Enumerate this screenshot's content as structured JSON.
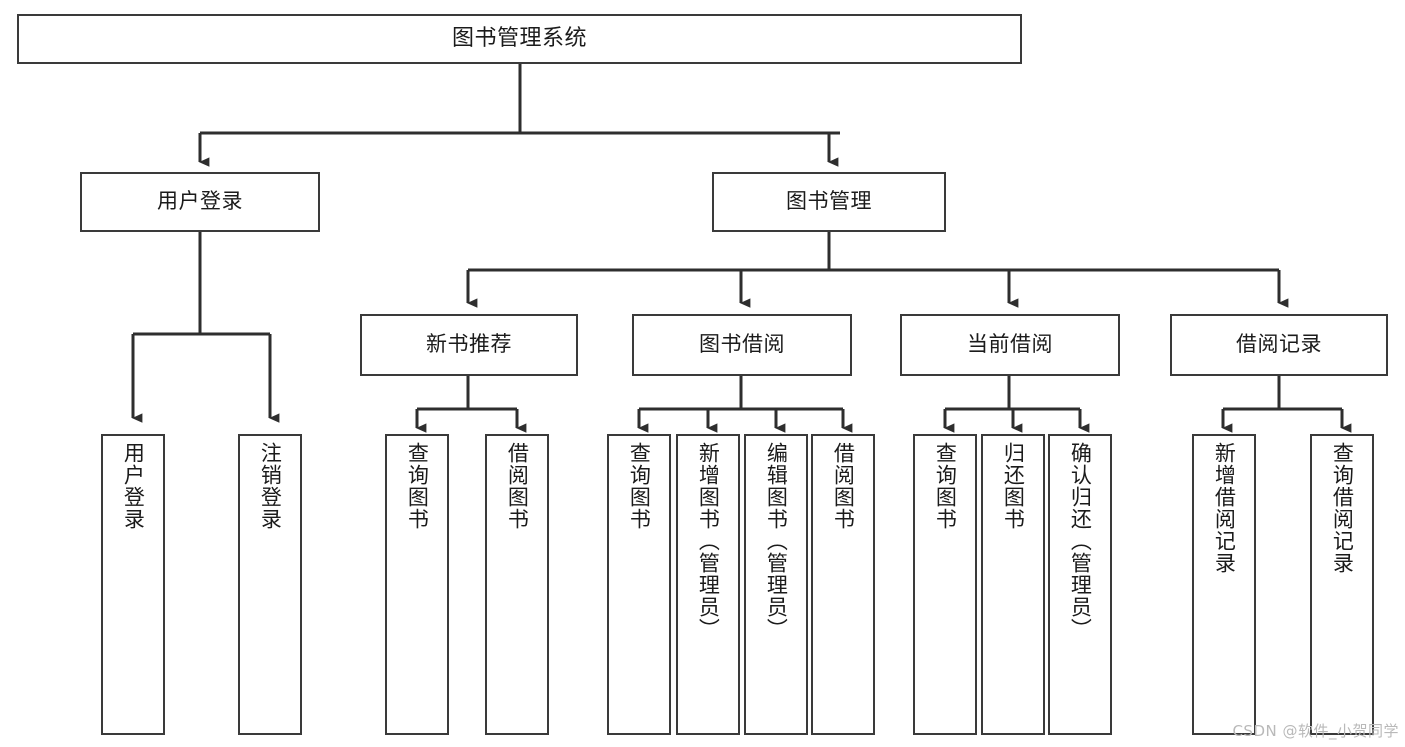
{
  "diagram": {
    "title": "图书管理系统",
    "watermark": "CSDN @软件_小贺同学",
    "stroke_color": "#3a3a3a",
    "fill_color": "#ffffff",
    "text_color": "#1b1b1b",
    "background": "#ffffff"
  },
  "nodes": {
    "root": {
      "label": "图书管理系统"
    },
    "level2": [
      {
        "id": "user-login",
        "label": "用户登录"
      },
      {
        "id": "book-management",
        "label": "图书管理"
      }
    ],
    "level3": [
      {
        "id": "new-book-recommend",
        "label": "新书推荐"
      },
      {
        "id": "book-borrow",
        "label": "图书借阅"
      },
      {
        "id": "current-borrow",
        "label": "当前借阅"
      },
      {
        "id": "borrow-record",
        "label": "借阅记录"
      }
    ],
    "leaves": {
      "user_login": [
        {
          "id": "leaf-user-login",
          "label": "用户登录"
        },
        {
          "id": "leaf-logout",
          "label": "注销登录"
        }
      ],
      "new_book_recommend": [
        {
          "id": "leaf-query-book-1",
          "label": "查询图书"
        },
        {
          "id": "leaf-borrow-book-1",
          "label": "借阅图书"
        }
      ],
      "book_borrow": [
        {
          "id": "leaf-query-book-2",
          "label": "查询图书"
        },
        {
          "id": "leaf-add-book",
          "label": "新增图书（管理员）"
        },
        {
          "id": "leaf-edit-book",
          "label": "编辑图书（管理员）"
        },
        {
          "id": "leaf-borrow-book-2",
          "label": "借阅图书"
        }
      ],
      "current_borrow": [
        {
          "id": "leaf-query-book-3",
          "label": "查询图书"
        },
        {
          "id": "leaf-return-book",
          "label": "归还图书"
        },
        {
          "id": "leaf-confirm-return",
          "label": "确认归还（管理员）"
        }
      ],
      "borrow_record": [
        {
          "id": "leaf-add-record",
          "label": "新增借阅记录"
        },
        {
          "id": "leaf-query-record",
          "label": "查询借阅记录"
        }
      ]
    }
  }
}
